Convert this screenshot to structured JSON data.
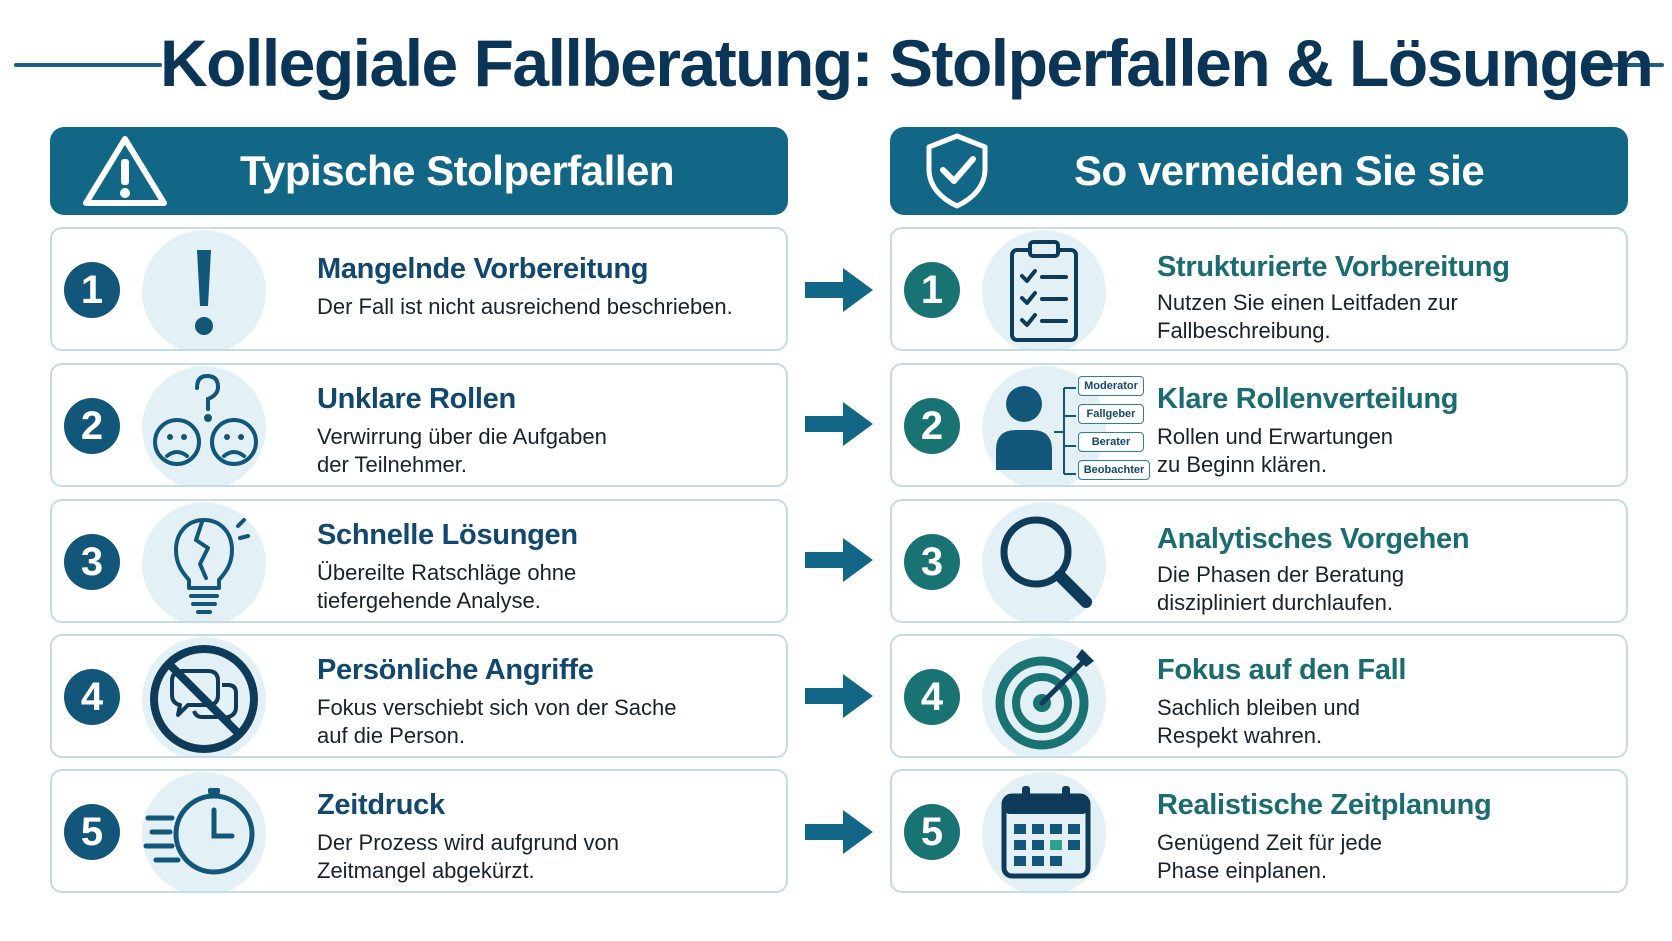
{
  "title": "Kollegiale Fallberatung: Stolperfallen & Lösungen",
  "left_header": {
    "label": "Typische Stolperfallen",
    "icon": "warning-triangle-icon"
  },
  "right_header": {
    "label": "So vermeiden Sie sie",
    "icon": "shield-check-icon"
  },
  "colors": {
    "primary": "#136786",
    "dark": "#0b3556",
    "teal": "#1a7373",
    "icon_bg": "#e3f0f5",
    "border": "#c3dbe6"
  },
  "pitfalls": [
    {
      "number": "1",
      "title": "Mangelnde Vorbereitung",
      "line1": "Der Fall ist nicht ausreichend beschrieben.",
      "line2": "",
      "icon": "exclamation-icon"
    },
    {
      "number": "2",
      "title": "Unklare Rollen",
      "line1": "Verwirrung über die Aufgaben",
      "line2": "der Teilnehmer.",
      "icon": "confused-faces-icon"
    },
    {
      "number": "3",
      "title": "Schnelle Lösungen",
      "line1": "Übereilte Ratschläge ohne",
      "line2": "tiefergehende Analyse.",
      "icon": "broken-lightbulb-icon"
    },
    {
      "number": "4",
      "title": "Persönliche Angriffe",
      "line1": "Fokus verschiebt sich von der Sache",
      "line2": "auf die Person.",
      "icon": "no-chat-icon"
    },
    {
      "number": "5",
      "title": "Zeitdruck",
      "line1": "Der Prozess wird aufgrund von",
      "line2": "Zeitmangel abgekürzt.",
      "icon": "fast-clock-icon"
    }
  ],
  "solutions": [
    {
      "number": "1",
      "title": "Strukturierte Vorbereitung",
      "line1": "Nutzen Sie einen Leitfaden zur",
      "line2": "Fallbeschreibung.",
      "icon": "checklist-clipboard-icon"
    },
    {
      "number": "2",
      "title": "Klare Rollenverteilung",
      "line1": "Rollen und Erwartungen",
      "line2": "zu Beginn klären.",
      "icon": "person-roles-icon",
      "roles": [
        "Moderator",
        "Fallgeber",
        "Berater",
        "Beobachter"
      ]
    },
    {
      "number": "3",
      "title": "Analytisches Vorgehen",
      "line1": "Die Phasen der Beratung",
      "line2": "diszipliniert durchlaufen.",
      "icon": "magnifier-icon"
    },
    {
      "number": "4",
      "title": "Fokus auf den Fall",
      "line1": "Sachlich bleiben und",
      "line2": "Respekt wahren.",
      "icon": "target-arrow-icon"
    },
    {
      "number": "5",
      "title": "Realistische Zeitplanung",
      "line1": "Genügend Zeit für jede",
      "line2": "Phase einplanen.",
      "icon": "calendar-icon"
    }
  ]
}
